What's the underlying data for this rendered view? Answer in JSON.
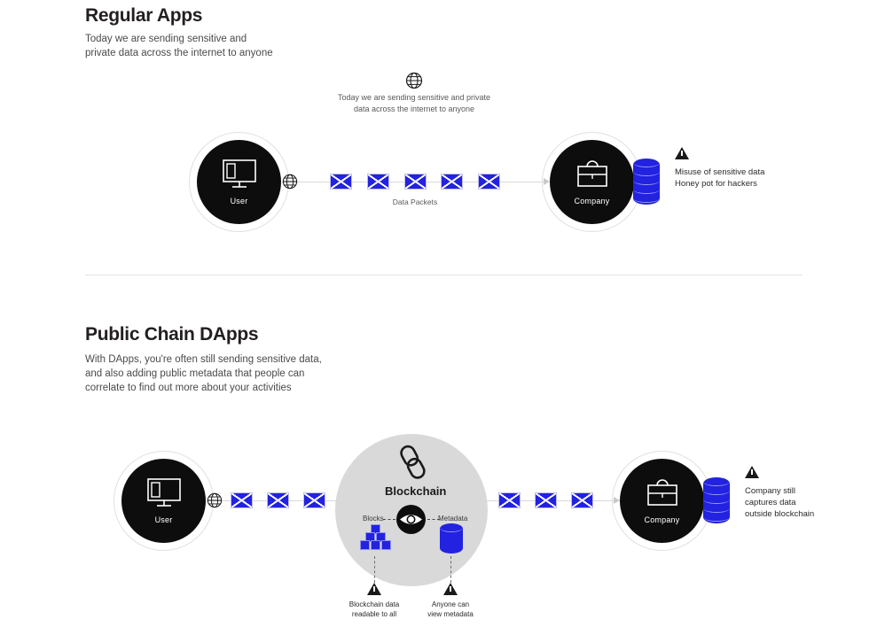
{
  "sections": [
    {
      "id": "regular-apps",
      "heading": "Regular Apps",
      "subtitle_lines": [
        "Today we are sending sensitive and",
        "private data across the internet to anyone"
      ],
      "internet_note_lines": [
        "Today we are sending sensitive and private",
        "data across the internet to anyone"
      ],
      "internet_icon": "globe-icon",
      "user_label": "User",
      "user_icon": "monitor-icon",
      "packets_label": "Data Packets",
      "packet_count": 5,
      "packet_icon": "envelope-icon",
      "company_label": "Company",
      "company_icon": "briefcase-icon",
      "database_icon": "database-cylinder-icon",
      "warning": {
        "icon": "warning-triangle-icon",
        "lines": [
          "Misuse of sensitive data",
          "Honey pot for hackers"
        ]
      }
    },
    {
      "id": "public-chain-dapps",
      "heading": "Public Chain DApps",
      "subtitle_lines": [
        "With DApps, you're often still sending sensitive data,",
        "and also adding public metadata that people can",
        "correlate to find out more about your activities"
      ],
      "user_label": "User",
      "user_icon": "monitor-icon",
      "globe_icon": "globe-icon",
      "packet_icon": "envelope-icon",
      "packets_left_count": 3,
      "packets_right_count": 3,
      "blockchain": {
        "title": "Blockchain",
        "chain_icon": "chain-link-icon",
        "eye_icon": "eye-icon",
        "left_label": "Blocks",
        "left_icon": "blocks-cubes-icon",
        "right_label": "Metadata",
        "right_icon": "database-cylinder-icon"
      },
      "company_label": "Company",
      "company_icon": "briefcase-icon",
      "database_icon": "database-cylinder-icon",
      "warning_right": {
        "icon": "warning-triangle-icon",
        "lines": [
          "Company still",
          "captures data",
          "outside blockchain"
        ]
      },
      "warning_blocks": {
        "icon": "warning-triangle-icon",
        "lines": [
          "Blockchain data",
          "readable to all"
        ]
      },
      "warning_metadata": {
        "icon": "warning-triangle-icon",
        "lines": [
          "Anyone can",
          "view metadata"
        ]
      }
    }
  ],
  "colors": {
    "packet_blue": "#2222e0",
    "node_black": "#0d0d0d",
    "blockchain_grey": "#d9d9d9",
    "line_grey": "#d8d8d8"
  }
}
